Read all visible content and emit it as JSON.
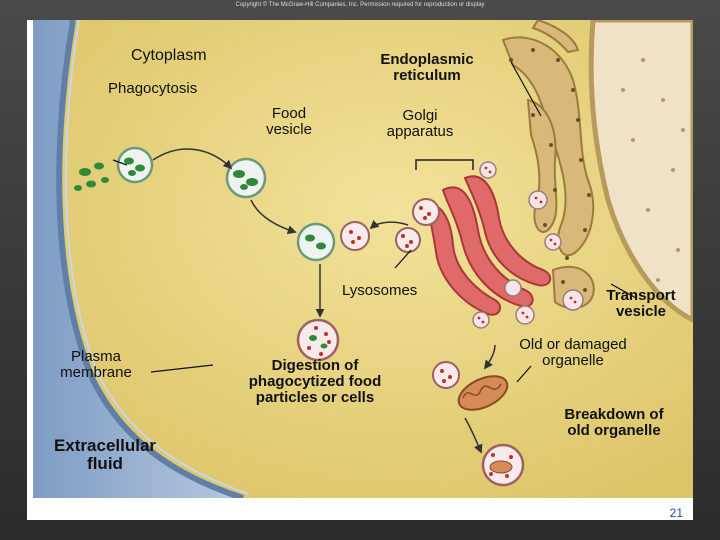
{
  "copyright": "Copyright © The McGraw-Hill Companies, Inc. Permission required for reproduction or display",
  "slide_number": "21",
  "labels": {
    "cytoplasm": "Cytoplasm",
    "phagocytosis": "Phagocytosis",
    "endoplasmic_reticulum": "Endoplasmic reticulum",
    "food_vesicle": "Food vesicle",
    "golgi_apparatus": "Golgi apparatus",
    "lysosomes": "Lysosomes",
    "transport_vesicle": "Transport vesicle",
    "plasma_membrane": "Plasma membrane",
    "old_or_damaged_organelle": "Old or damaged organelle",
    "digestion": "Digestion of phagocytized food particles or cells",
    "breakdown": "Breakdown of old organelle",
    "extracellular_fluid": "Extracellular fluid"
  },
  "colors": {
    "cytoplasm": "#e9d67e",
    "extracellular": "#9fb6d6",
    "membrane": "#7d98bf",
    "nucleus": "#f2e6d0",
    "er": "#c8a46a",
    "golgi": "#d96060",
    "vesicle_fill": "#f6eaea",
    "enzyme_dot": "#c0302a",
    "food_green": "#2e8a3a",
    "mitochondrion": "#c87a4a",
    "slide_number": "#1a4fa0"
  }
}
